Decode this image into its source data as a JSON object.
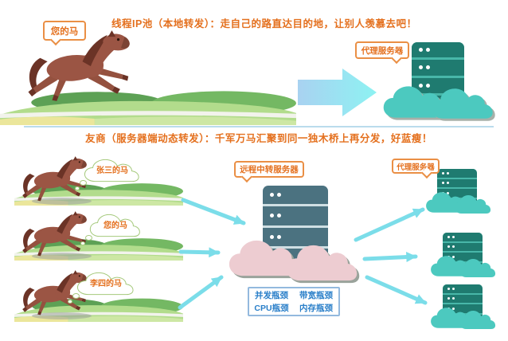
{
  "top_section": {
    "title": "线程IP池（本地转发）：走自己的路直达目的地，让别人羡慕去吧！",
    "horse_bubble": "您的马",
    "proxy_server_label": "代理服务器"
  },
  "bottom_section": {
    "title": "友商（服务器端动态转发）：千军万马汇聚到同一独木桥上再分发，好蓝瘦！",
    "horse_bubbles": [
      "张三的马",
      "您的马",
      "李四的马"
    ],
    "relay_server_label": "远程中转服务器",
    "proxy_server_label": "代理服务器",
    "bottlenecks": [
      "并发瓶颈",
      "带宽瓶颈",
      "CPU瓶颈",
      "内存瓶颈"
    ]
  },
  "colors": {
    "accent_orange": "#e4701e",
    "thought_bubble_green": "#a5c97c",
    "arrow_cyan": "#7bdde9",
    "server_teal": "#1f7b70",
    "cloud_teal": "#4cc9bf",
    "server_slate": "#4b7280",
    "cloud_pink": "#edccd1",
    "bottleneck_blue": "#2a7fc9",
    "divider_blue": "#badcec"
  }
}
